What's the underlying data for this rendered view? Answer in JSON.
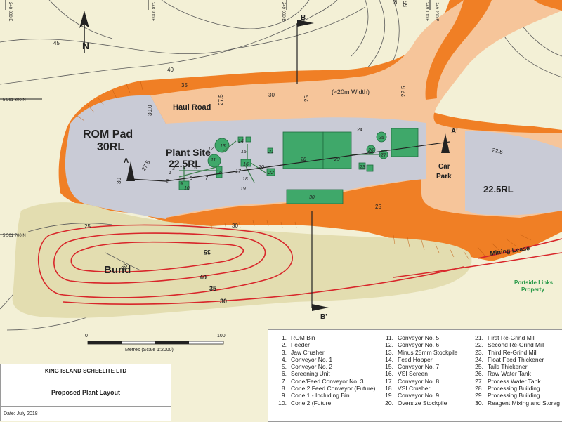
{
  "map": {
    "north": "N",
    "section_markers": {
      "b_top": "B",
      "b_bottom": "B'",
      "a_left": "A",
      "a_right": "A'"
    },
    "areas": {
      "rom_pad": "ROM Pad",
      "rom_pad_rl": "30RL",
      "plant_site": "Plant Site",
      "plant_site_rl": "22.5RL",
      "haul_road": "Haul Road",
      "road_width": "(≈20m Width)",
      "car_park_1": "Car",
      "car_park_2": "Park",
      "east_rl": "22.5RL",
      "bund": "Bund"
    },
    "contour_labels": [
      "45",
      "40",
      "35",
      "30",
      "27.5",
      "25",
      "22.5",
      "30.0",
      "27.5",
      "25",
      "22.5",
      "30",
      "25",
      "30",
      "35",
      "40",
      "35",
      "30",
      "30",
      "50",
      "55"
    ],
    "bund_contours": [
      "35",
      "40",
      "40",
      "35",
      "30"
    ],
    "grid": {
      "n1": "5 561 800 N",
      "n2": "5 561 700 N",
      "e1": "248 800 E",
      "e2": "248 900 E",
      "e3": "249 000 E",
      "e4": "249 100 E",
      "e5": "249 200 E"
    },
    "lease": "Mining Lease",
    "portside_1": "Portside Links",
    "portside_2": "Property",
    "scale": {
      "t0": "0",
      "t100": "100",
      "caption": "Metres (Scale 1:2000)"
    },
    "numbers": [
      "1",
      "2",
      "3",
      "4",
      "5",
      "6",
      "7",
      "8",
      "9",
      "10",
      "11",
      "12",
      "13",
      "14",
      "15",
      "16",
      "17",
      "18",
      "19",
      "20",
      "21",
      "22",
      "23",
      "24",
      "25",
      "26",
      "27",
      "28",
      "29",
      "30"
    ]
  },
  "title_block": {
    "company": "KING ISLAND SCHEELITE LTD",
    "title": "Proposed Plant Layout",
    "date": "Date: July 2018"
  },
  "legend": [
    {
      "n": "1.",
      "t": "ROM Bin"
    },
    {
      "n": "2.",
      "t": "Feeder"
    },
    {
      "n": "3.",
      "t": "Jaw Crusher"
    },
    {
      "n": "4.",
      "t": "Conveyor No. 1"
    },
    {
      "n": "5.",
      "t": "Conveyor No. 2"
    },
    {
      "n": "6.",
      "t": "Screening Unit"
    },
    {
      "n": "7.",
      "t": "Cone/Feed Conveyor No. 3"
    },
    {
      "n": "8.",
      "t": "Cone 2 Feed Conveyor (Future)"
    },
    {
      "n": "9.",
      "t": "Cone 1 - Including Bin"
    },
    {
      "n": "10.",
      "t": "Cone 2 (Future"
    },
    {
      "n": "11.",
      "t": "Conveyor No. 5"
    },
    {
      "n": "12.",
      "t": "Conveyor No. 6"
    },
    {
      "n": "13.",
      "t": "Minus 25mm Stockpile"
    },
    {
      "n": "14.",
      "t": "Feed Hopper"
    },
    {
      "n": "15.",
      "t": "Conveyor No. 7"
    },
    {
      "n": "16.",
      "t": "VSI Screen"
    },
    {
      "n": "17.",
      "t": "Conveyor No. 8"
    },
    {
      "n": "18.",
      "t": "VSI Crusher"
    },
    {
      "n": "19.",
      "t": "Conveyor No. 9"
    },
    {
      "n": "20.",
      "t": "Oversize Stockpile"
    },
    {
      "n": "21.",
      "t": "First Re-Grind Mill"
    },
    {
      "n": "22.",
      "t": "Second Re-Grind Mill"
    },
    {
      "n": "23.",
      "t": "Third Re-Grind Mill"
    },
    {
      "n": "24.",
      "t": "Float Feed Thickener"
    },
    {
      "n": "25.",
      "t": "Tails Thickener"
    },
    {
      "n": "26.",
      "t": "Raw Water Tank"
    },
    {
      "n": "27.",
      "t": "Process Water Tank"
    },
    {
      "n": "28.",
      "t": "Processing Building"
    },
    {
      "n": "29.",
      "t": "Processing Building"
    },
    {
      "n": "30.",
      "t": "Reagent Mixing and Storag"
    }
  ],
  "colors": {
    "background": "#f3f0d6",
    "batter_orange": "#f07f25",
    "road_peach": "#f6c59a",
    "pad_grey": "#c9cbd6",
    "bund_tan": "#e3ddb0",
    "building_green": "#3fa86a",
    "contour_red": "#d8262a",
    "lease_red": "#d8262a",
    "portside_green": "#2a9a4a"
  }
}
